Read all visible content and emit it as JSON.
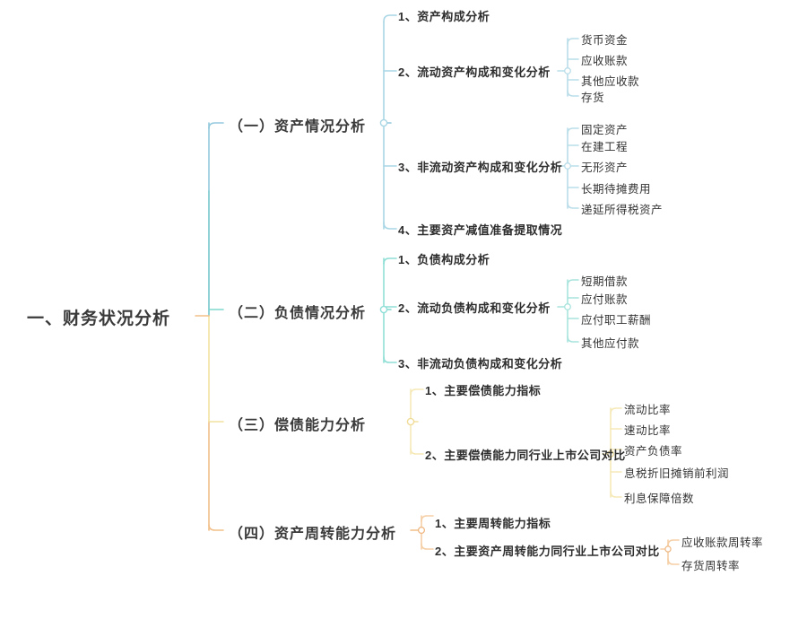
{
  "diagram": {
    "type": "mindmap",
    "title": "一、财务状况分析",
    "colors": {
      "branch1": "#93c9dd",
      "branch2": "#7fd8cd",
      "branch3": "#f3e2a0",
      "branch4": "#f2c08a",
      "text_dark": "#3a3a3a",
      "text_leaf": "#333333",
      "background": "#ffffff"
    },
    "root": {
      "label": "一、财务状况分析"
    },
    "branches": [
      {
        "label": "（一）资产情况分析",
        "color": "#93c9dd",
        "children": [
          {
            "label": "1、资产构成分析",
            "leaves": []
          },
          {
            "label": "2、流动资产构成和变化分析",
            "leaves": [
              "货币资金",
              "应收账款",
              "其他应收款",
              "存货"
            ]
          },
          {
            "label": "3、非流动资产构成和变化分析",
            "leaves": [
              "固定资产",
              "在建工程",
              "无形资产",
              "长期待摊费用",
              "递延所得税资产"
            ]
          },
          {
            "label": "4、主要资产减值准备提取情况",
            "leaves": []
          }
        ]
      },
      {
        "label": "（二）负债情况分析",
        "color": "#7fd8cd",
        "children": [
          {
            "label": "1、负债构成分析",
            "leaves": []
          },
          {
            "label": "2、流动负债构成和变化分析",
            "leaves": [
              "短期借款",
              "应付账款",
              "应付职工薪酬",
              "其他应付款"
            ]
          },
          {
            "label": "3、非流动负债构成和变化分析",
            "leaves": []
          }
        ]
      },
      {
        "label": "（三）偿债能力分析",
        "color": "#f3e2a0",
        "children": [
          {
            "label": "1、主要偿债能力指标",
            "leaves": []
          },
          {
            "label": "2、主要偿债能力同行业上市公司对比",
            "leaves": [
              "流动比率",
              "速动比率",
              "资产负债率",
              "息税折旧摊销前利润",
              "利息保障倍数"
            ]
          }
        ]
      },
      {
        "label": "（四）资产周转能力分析",
        "color": "#f2c08a",
        "children": [
          {
            "label": "1、主要周转能力指标",
            "leaves": []
          },
          {
            "label": "2、主要资产周转能力同行业上市公司对比",
            "leaves": [
              "应收账款周转率",
              "存货周转率"
            ]
          }
        ]
      }
    ]
  },
  "labels": {
    "b0": "（一）资产情况分析",
    "b1": "（二）负债情况分析",
    "b2": "（三）偿债能力分析",
    "b3": "（四）资产周转能力分析",
    "b0c0": "1、资产构成分析",
    "b0c1": "2、流动资产构成和变化分析",
    "b0c2": "3、非流动资产构成和变化分析",
    "b0c3": "4、主要资产减值准备提取情况",
    "b0c1l0": "货币资金",
    "b0c1l1": "应收账款",
    "b0c1l2": "其他应收款",
    "b0c1l3": "存货",
    "b0c2l0": "固定资产",
    "b0c2l1": "在建工程",
    "b0c2l2": "无形资产",
    "b0c2l3": "长期待摊费用",
    "b0c2l4": "递延所得税资产",
    "b1c0": "1、负债构成分析",
    "b1c1": "2、流动负债构成和变化分析",
    "b1c2": "3、非流动负债构成和变化分析",
    "b1c1l0": "短期借款",
    "b1c1l1": "应付账款",
    "b1c1l2": "应付职工薪酬",
    "b1c1l3": "其他应付款",
    "b2c0": "1、主要偿债能力指标",
    "b2c1": "2、主要偿债能力同行业上市公司对比",
    "b2c1l0": "流动比率",
    "b2c1l1": "速动比率",
    "b2c1l2": "资产负债率",
    "b2c1l3": "息税折旧摊销前利润",
    "b2c1l4": "利息保障倍数",
    "b3c0": "1、主要周转能力指标",
    "b3c1": "2、主要资产周转能力同行业上市公司对比",
    "b3c1l0": "应收账款周转率",
    "b3c1l1": "存货周转率"
  }
}
